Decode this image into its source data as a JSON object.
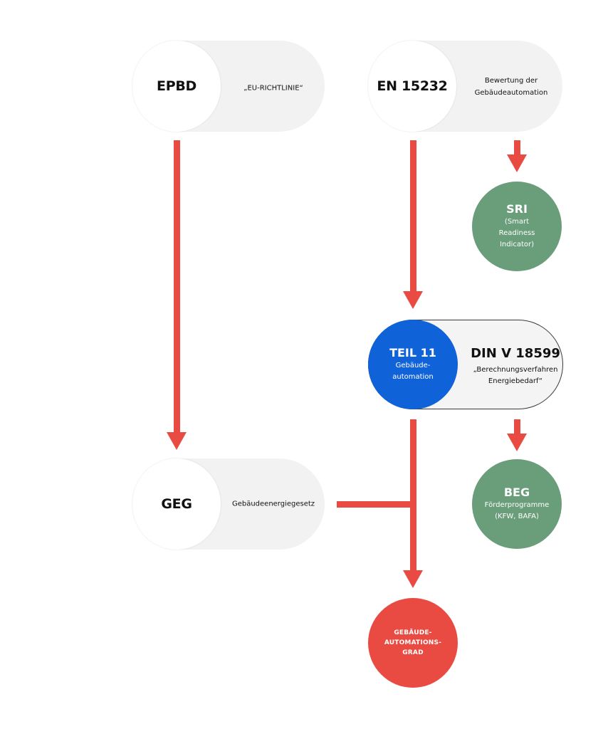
{
  "epbd": {
    "code": "EPBD",
    "description": "„EU-RICHTLINIE“"
  },
  "en15232": {
    "code": "EN 15232",
    "description_line1": "Bewertung der",
    "description_line2": "Gebäudeautomation"
  },
  "sri": {
    "title": "SRI",
    "line1": "(Smart",
    "line2": "Readiness",
    "line3": "Indicator)"
  },
  "teil11": {
    "title": "TEIL 11",
    "line1": "Gebäude-",
    "line2": "automation"
  },
  "din": {
    "title": "DIN V 18599",
    "line1": "„Berechnungsverfahren",
    "line2": "Energiebedarf“"
  },
  "geg": {
    "code": "GEG",
    "description": "Gebäudeenergiegesetz"
  },
  "beg": {
    "title": "BEG",
    "line1": "Förderprogramme",
    "line2": "(KFW, BAFA)"
  },
  "result": {
    "line1": "GEBÄUDE-",
    "line2": "AUTOMATIONS-",
    "line3": "GRAD"
  },
  "colors": {
    "arrow": "#e94b43",
    "green": "#6a9e7b",
    "blue": "#0f62d8",
    "red": "#e94b43",
    "pill": "#f2f2f2"
  }
}
